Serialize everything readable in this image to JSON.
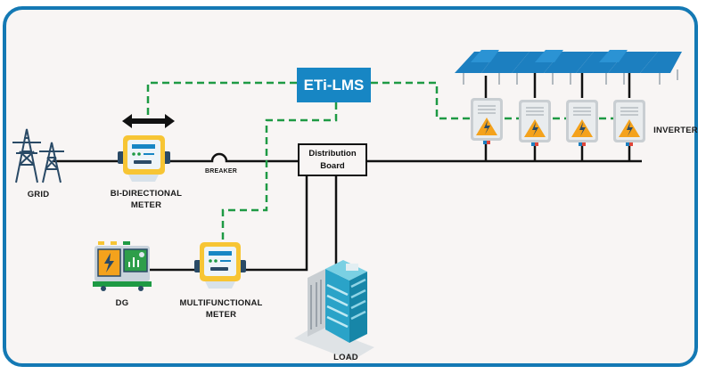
{
  "title": "ETi-LMS Grid / Solar / DG Load Management Diagram",
  "colors": {
    "frame_border": "#1479b4",
    "background": "#f8f5f4",
    "lms_box": "#1786c4",
    "comm_line": "#1e9a44",
    "power_line": "#111111",
    "meter_body": "#f7c534",
    "solar_panel": "#1c7fc0"
  },
  "nodes": {
    "lms": {
      "label": "ETi-LMS",
      "icon": "server-box"
    },
    "distribution_board": {
      "line1": "Distribution",
      "line2": "Board"
    },
    "grid": {
      "label": "GRID",
      "icon": "transmission-tower-icon"
    },
    "bi_meter": {
      "line1": "BI-DIRECTIONAL",
      "line2": "METER",
      "icon": "energy-meter-icon",
      "direction": "bidirectional-arrow"
    },
    "breaker": {
      "label": "BREAKER"
    },
    "inverter": {
      "label": "INVERTER",
      "count": 4,
      "icon": "inverter-icon"
    },
    "solar": {
      "label": "",
      "icon": "solar-panel-array-icon"
    },
    "dg": {
      "label": "DG",
      "icon": "diesel-generator-icon"
    },
    "mf_meter": {
      "line1": "MULTIFUNCTIONAL",
      "line2": "METER",
      "icon": "energy-meter-icon"
    },
    "load": {
      "label": "LOAD",
      "icon": "building-icon"
    }
  },
  "connections": {
    "power": [
      "grid-bi_meter",
      "bi_meter-breaker",
      "breaker-distribution_board",
      "distribution_board-inverters",
      "inverters-solar",
      "distribution_board-mf_meter",
      "mf_meter-dg",
      "distribution_board-load"
    ],
    "communication": [
      "lms-bi_meter",
      "lms-inverters",
      "lms-mf_meter"
    ]
  }
}
